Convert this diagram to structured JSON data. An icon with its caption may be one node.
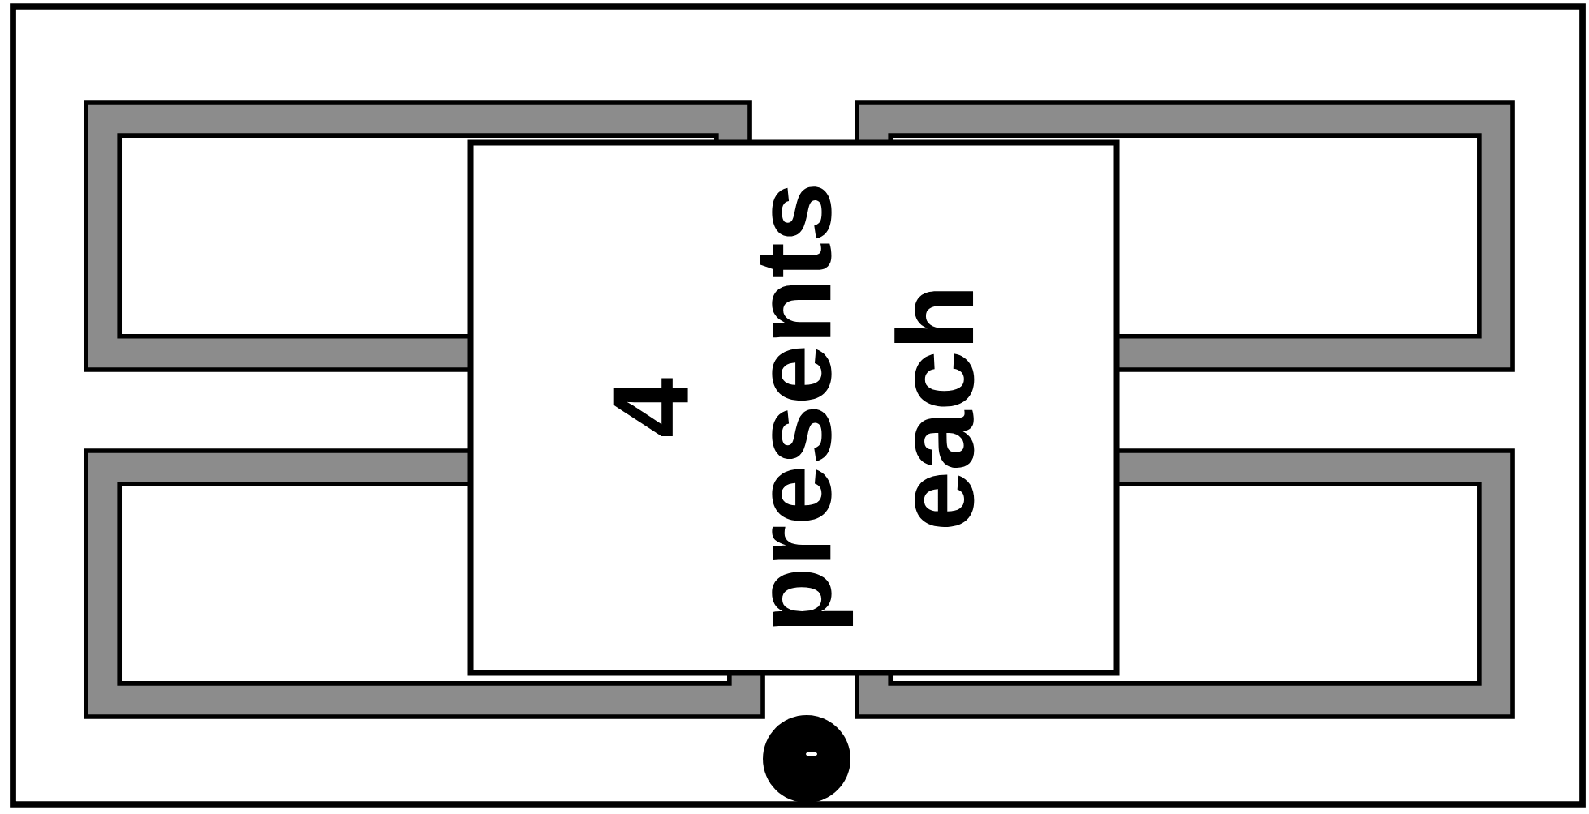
{
  "diagram": {
    "nodes": [
      {
        "text": [],
        "shape": "box"
      },
      {
        "text": [],
        "shape": "box"
      },
      {
        "text": [],
        "shape": "box"
      },
      {
        "text": [],
        "shape": "box"
      },
      {
        "text": [
          "4 presents each"
        ]
      },
      {
        "text": [],
        "shape": "circle"
      }
    ]
  }
}
